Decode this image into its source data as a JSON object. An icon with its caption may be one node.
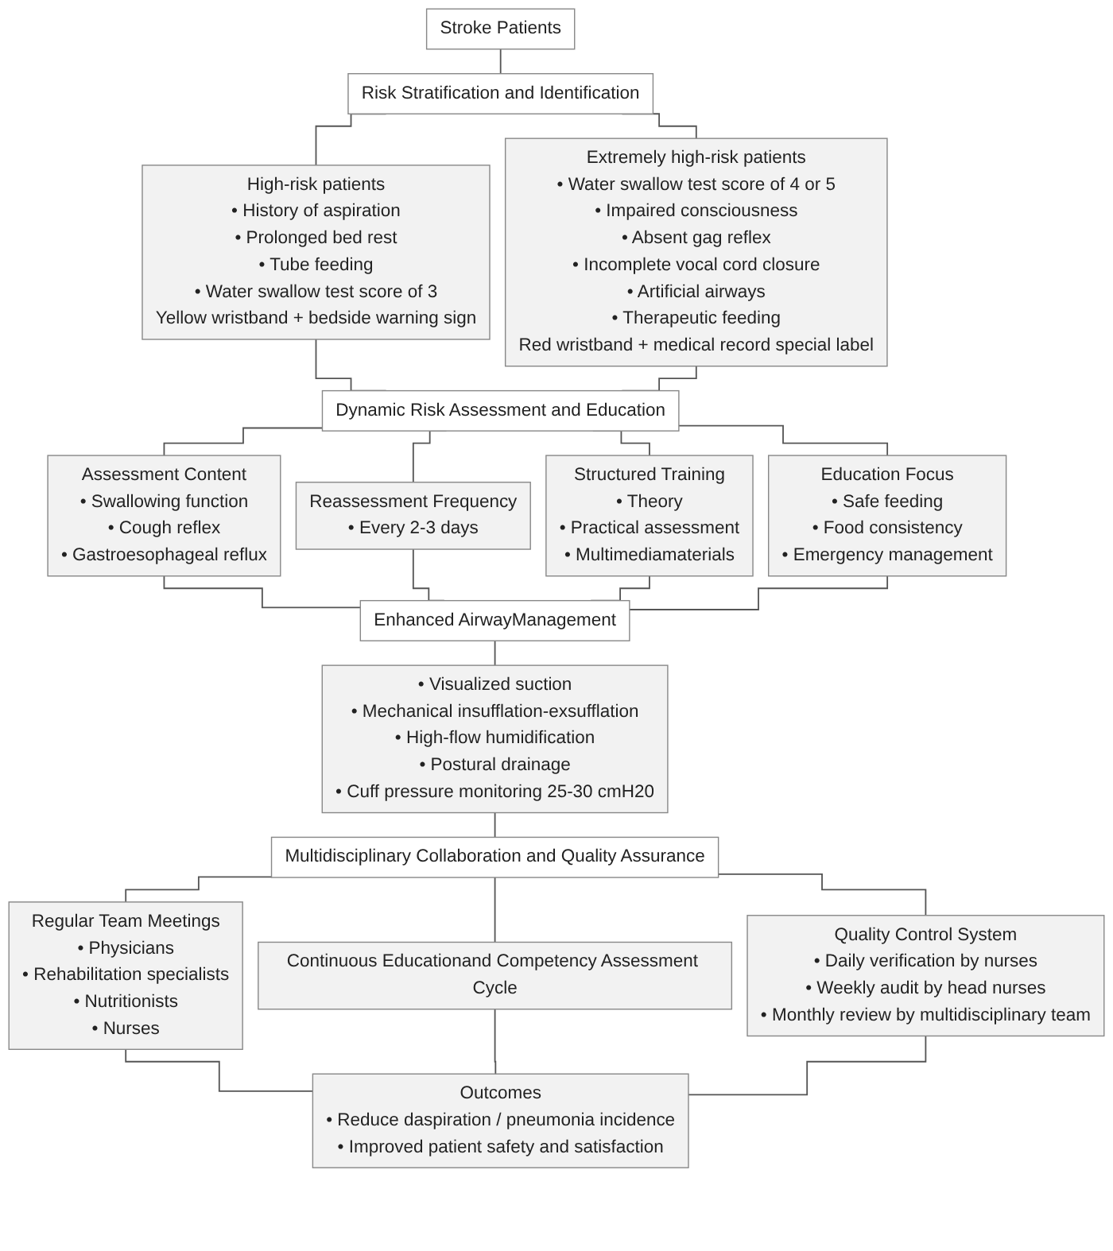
{
  "diagram": {
    "nodes": [
      {
        "text": [
          "Stroke Patients"
        ]
      },
      {
        "text": [
          "Risk Stratification and Identification"
        ]
      },
      {
        "text": [
          "High-risk patients",
          "• History of aspiration",
          "• Prolonged bed rest",
          "• Tube feeding",
          "• Water swallow test score of 3",
          "Yellow wristband + bedside warning sign"
        ]
      },
      {
        "text": [
          "Extremely high-risk patients",
          "• Water swallow test score of 4 or 5",
          "• Impaired consciousness",
          "• Absent gag reflex",
          "• Incomplete vocal cord closure",
          "• Artificial airways",
          "• Therapeutic feeding",
          "Red wristband + medical record special label"
        ]
      },
      {
        "text": [
          "Dynamic Risk Assessment and Education"
        ]
      },
      {
        "text": [
          "Assessment Content",
          "• Swallowing function",
          "• Cough reflex",
          "• Gastroesophageal reflux"
        ]
      },
      {
        "text": [
          "Reassessment Frequency",
          "• Every 2-3 days"
        ]
      },
      {
        "text": [
          "Structured Training",
          "• Theory",
          "• Practical assessment",
          "• Multimediamaterials"
        ]
      },
      {
        "text": [
          "Education Focus",
          "• Safe feeding",
          "• Food consistency",
          "• Emergency management"
        ]
      },
      {
        "text": [
          "Enhanced AirwayManagement"
        ]
      },
      {
        "text": [
          "• Visualized suction",
          "• Mechanical insufflation-exsufflation",
          "• High-flow humidification",
          "• Postural drainage",
          "• Cuff pressure monitoring 25-30 cmH20"
        ]
      },
      {
        "text": [
          "Multidisciplinary Collaboration and Quality Assurance"
        ]
      },
      {
        "text": [
          "Regular Team Meetings",
          "• Physicians",
          "• Rehabilitation specialists",
          "• Nutritionists",
          "• Nurses"
        ]
      },
      {
        "text": [
          "Continuous Educationand Competency Assessment Cycle"
        ]
      },
      {
        "text": [
          "Quality Control System",
          "• Daily verification by nurses",
          "• Weekly audit by head nurses",
          "• Monthly review by multidisciplinary team"
        ]
      },
      {
        "text": [
          "Outcomes",
          "• Reduce daspiration / pneumonia incidence",
          "• Improved patient safety and satisfaction"
        ]
      }
    ],
    "edges": [
      {
        "from": 0,
        "to": 1,
        "arrow": "none"
      },
      {
        "from": 1,
        "to": 2,
        "arrow": "none"
      },
      {
        "from": 1,
        "to": 3,
        "arrow": "none"
      },
      {
        "from": 2,
        "to": 4,
        "arrow": "none"
      },
      {
        "from": 3,
        "to": 4,
        "arrow": "none"
      },
      {
        "from": 4,
        "to": 5,
        "arrow": "none"
      },
      {
        "from": 4,
        "to": 6,
        "arrow": "none"
      },
      {
        "from": 4,
        "to": 7,
        "arrow": "none"
      },
      {
        "from": 4,
        "to": 8,
        "arrow": "none"
      },
      {
        "from": 5,
        "to": 9,
        "arrow": "none"
      },
      {
        "from": 6,
        "to": 9,
        "arrow": "none"
      },
      {
        "from": 7,
        "to": 9,
        "arrow": "none"
      },
      {
        "from": 8,
        "to": 9,
        "arrow": "none"
      },
      {
        "from": 9,
        "to": 10,
        "arrow": "none"
      },
      {
        "from": 10,
        "to": 11,
        "arrow": "none"
      },
      {
        "from": 11,
        "to": 12,
        "arrow": "none"
      },
      {
        "from": 11,
        "to": 13,
        "arrow": "none"
      },
      {
        "from": 11,
        "to": 14,
        "arrow": "none"
      },
      {
        "from": 12,
        "to": 15,
        "arrow": "none"
      },
      {
        "from": 13,
        "to": 15,
        "arrow": "none"
      },
      {
        "from": 14,
        "to": 15,
        "arrow": "none"
      }
    ]
  }
}
